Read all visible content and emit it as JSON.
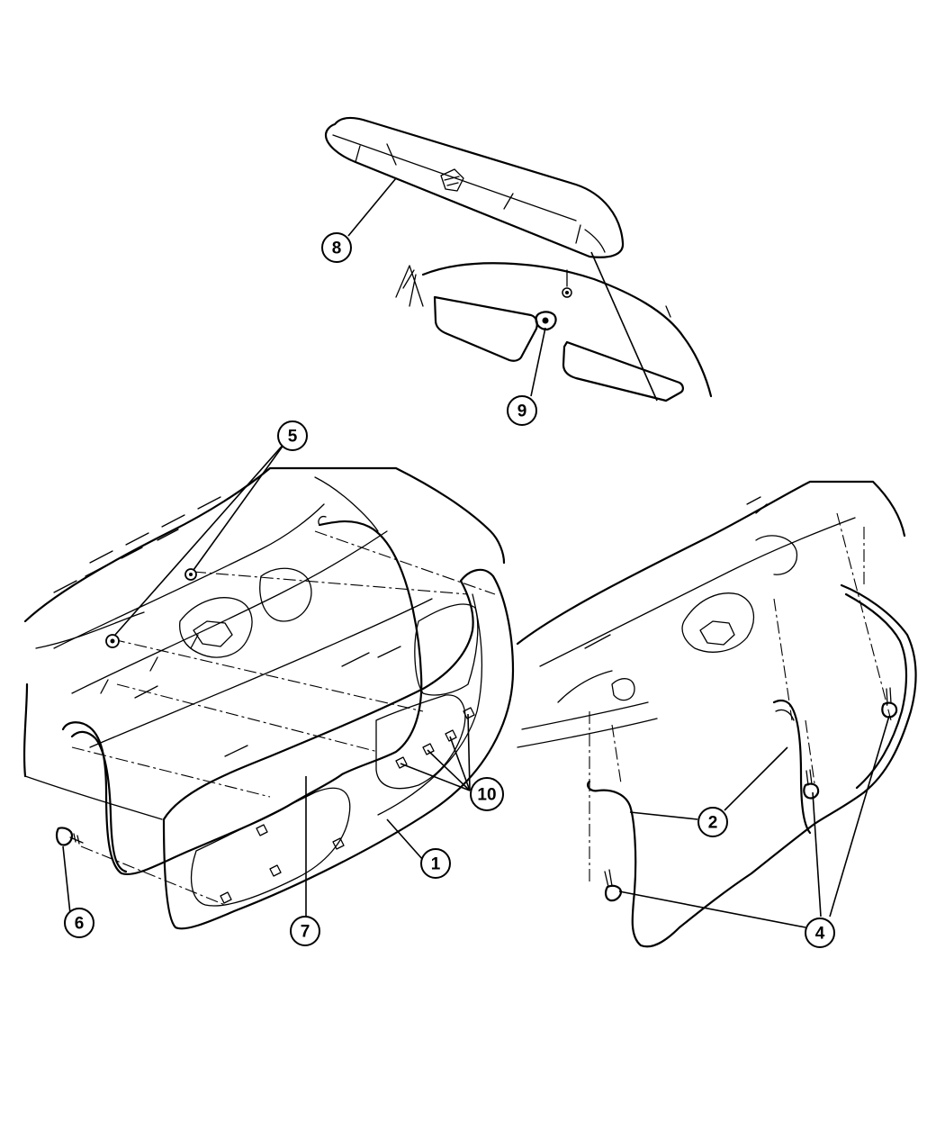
{
  "callouts": [
    {
      "id": "1",
      "label": "1"
    },
    {
      "id": "2",
      "label": "2"
    },
    {
      "id": "4",
      "label": "4"
    },
    {
      "id": "5",
      "label": "5"
    },
    {
      "id": "6",
      "label": "6"
    },
    {
      "id": "7",
      "label": "7"
    },
    {
      "id": "8",
      "label": "8"
    },
    {
      "id": "9",
      "label": "9"
    },
    {
      "id": "10",
      "label": "10"
    }
  ]
}
